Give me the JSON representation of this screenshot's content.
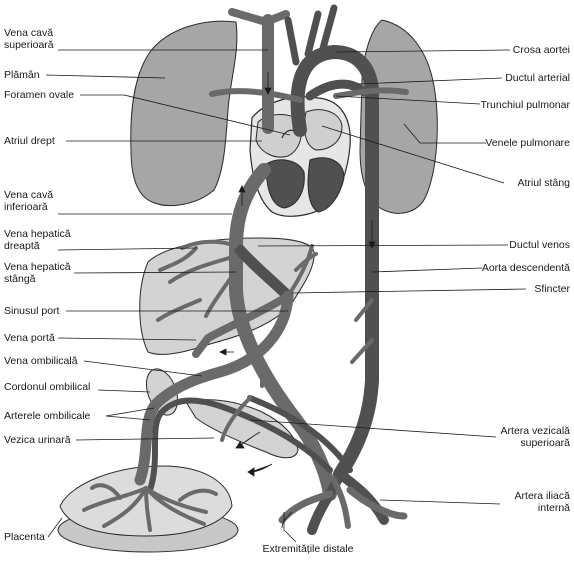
{
  "labels_left": [
    {
      "id": "vena-cava-superioara",
      "lines": [
        "Vena cavă",
        "superioară"
      ]
    },
    {
      "id": "plaman",
      "lines": [
        "Plămân"
      ]
    },
    {
      "id": "foramen-ovale",
      "lines": [
        "Foramen ovale"
      ]
    },
    {
      "id": "atriul-drept",
      "lines": [
        "Atriul drept"
      ]
    },
    {
      "id": "vena-cava-inferioara",
      "lines": [
        "Vena cavă",
        "inferioară"
      ]
    },
    {
      "id": "vena-hepatica-dreapta",
      "lines": [
        "Vena hepatică",
        "dreaptă"
      ]
    },
    {
      "id": "vena-hepatica-stanga",
      "lines": [
        "Vena hepatică",
        "stângă"
      ]
    },
    {
      "id": "sinusul-port",
      "lines": [
        "Sinusul port"
      ]
    },
    {
      "id": "vena-porta",
      "lines": [
        "Vena portă"
      ]
    },
    {
      "id": "vena-ombilicala",
      "lines": [
        "Vena ombilicală"
      ]
    },
    {
      "id": "cordonul-ombilical",
      "lines": [
        "Cordonul ombilical"
      ]
    },
    {
      "id": "arterele-ombilicale",
      "lines": [
        "Arterele ombilicale"
      ]
    },
    {
      "id": "vezica-urinara",
      "lines": [
        "Vezica urinară"
      ]
    },
    {
      "id": "placenta",
      "lines": [
        "Placenta"
      ]
    }
  ],
  "labels_right": [
    {
      "id": "crosa-aortei",
      "lines": [
        "Crosa aortei"
      ]
    },
    {
      "id": "ductul-arterial",
      "lines": [
        "Ductul arterial"
      ]
    },
    {
      "id": "trunchiul-pulmonar",
      "lines": [
        "Trunchiul pulmonar"
      ]
    },
    {
      "id": "venele-pulmonare",
      "lines": [
        "Venele pulmonare"
      ]
    },
    {
      "id": "atriul-stang",
      "lines": [
        "Atriul stâng"
      ]
    },
    {
      "id": "ductul-venos",
      "lines": [
        "Ductul venos"
      ]
    },
    {
      "id": "aorta-descendenta",
      "lines": [
        "Aorta descendentă"
      ]
    },
    {
      "id": "sfincter",
      "lines": [
        "Sfincter"
      ]
    },
    {
      "id": "artera-vezicala-superioara",
      "lines": [
        "Artera vezicală",
        "superioară"
      ]
    },
    {
      "id": "artera-iliaca-interna",
      "lines": [
        "Artera iliacă",
        "internă"
      ]
    }
  ],
  "labels_bottom": [
    {
      "id": "extremitatile-distale",
      "lines": [
        "Extremitățile distale"
      ]
    }
  ],
  "colors": {
    "lung": "#a6a6a6",
    "liver": "#d3d3d3",
    "vessel": "#6a6a6a",
    "vessel_dark": "#505050",
    "outline": "#2a2a2a",
    "heart_bg": "#e6e6e6",
    "placenta": "#c8c8c8"
  }
}
